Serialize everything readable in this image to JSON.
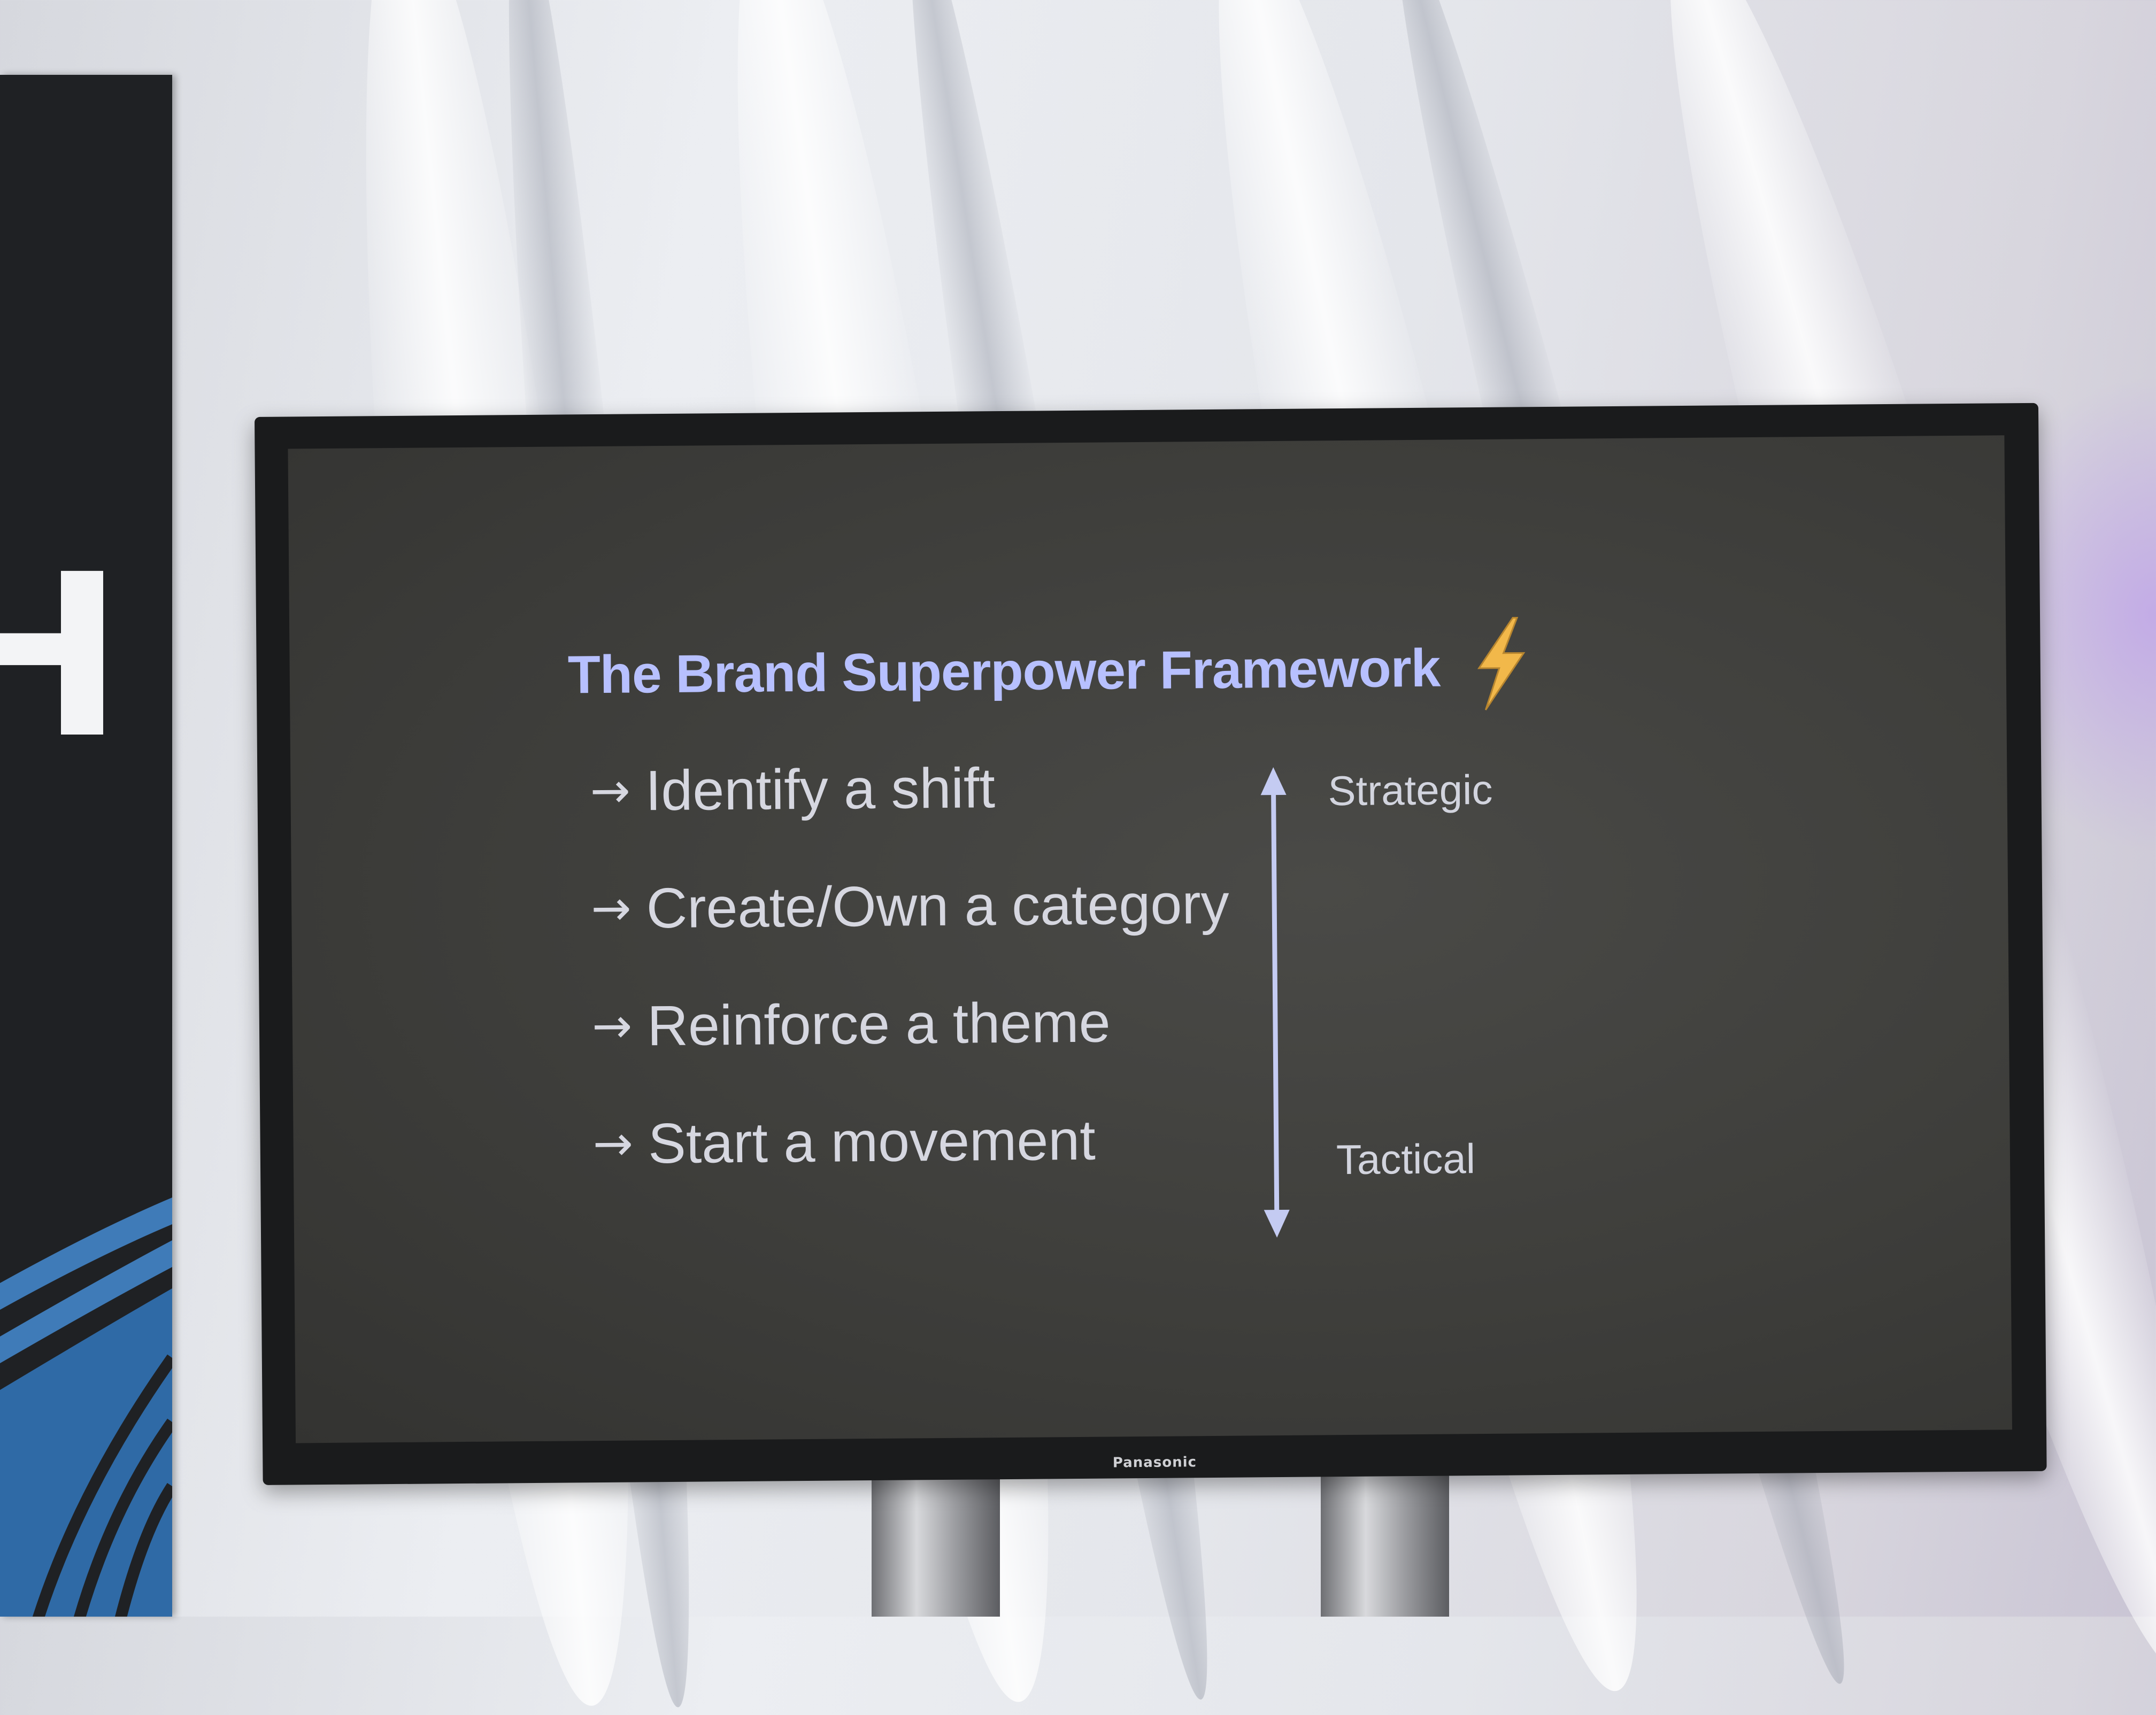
{
  "slide": {
    "title": "The Brand Superpower Framework",
    "title_icon": "lightning-bolt-icon",
    "items": [
      {
        "arrow": "→",
        "text": "Identify a shift"
      },
      {
        "arrow": "→",
        "text": "Create/Own a category"
      },
      {
        "arrow": "→",
        "text": "Reinforce a theme"
      },
      {
        "arrow": "→",
        "text": "Start a movement"
      }
    ],
    "axis": {
      "top_label": "Strategic",
      "bottom_label": "Tactical",
      "icon": "double-headed-vertical-arrow-icon"
    }
  },
  "monitor": {
    "brand": "Panasonic"
  },
  "banner": {
    "letter": "H"
  },
  "colors": {
    "title": "#b7c0ff",
    "text": "#d6d7e0",
    "screen": "#3e3e3b",
    "bezel": "#1a1b1c",
    "banner": "#1f2124",
    "banner_stripe": "#3f7bb8",
    "bolt": "#f2b84a"
  }
}
